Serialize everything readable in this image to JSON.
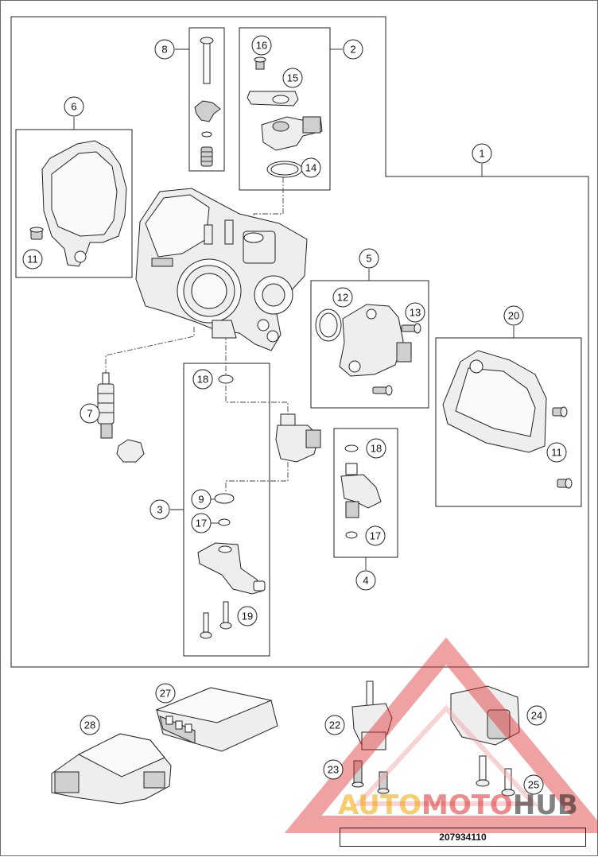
{
  "callouts": [
    "1",
    "2",
    "3",
    "4",
    "5",
    "6",
    "7",
    "8",
    "9",
    "11",
    "11",
    "11",
    "12",
    "13",
    "14",
    "15",
    "16",
    "17",
    "17",
    "18",
    "18",
    "19",
    "20",
    "22",
    "23",
    "24",
    "25",
    "27",
    "28"
  ],
  "document_number": "207934110",
  "watermark": {
    "part1": "AUTO",
    "part2": "MOTO",
    "part3": "HUB"
  },
  "colors": {
    "line": "#222222",
    "part_fill": "#eeeeee",
    "watermark_red": "#e03030",
    "watermark_orange": "#f2a500"
  }
}
